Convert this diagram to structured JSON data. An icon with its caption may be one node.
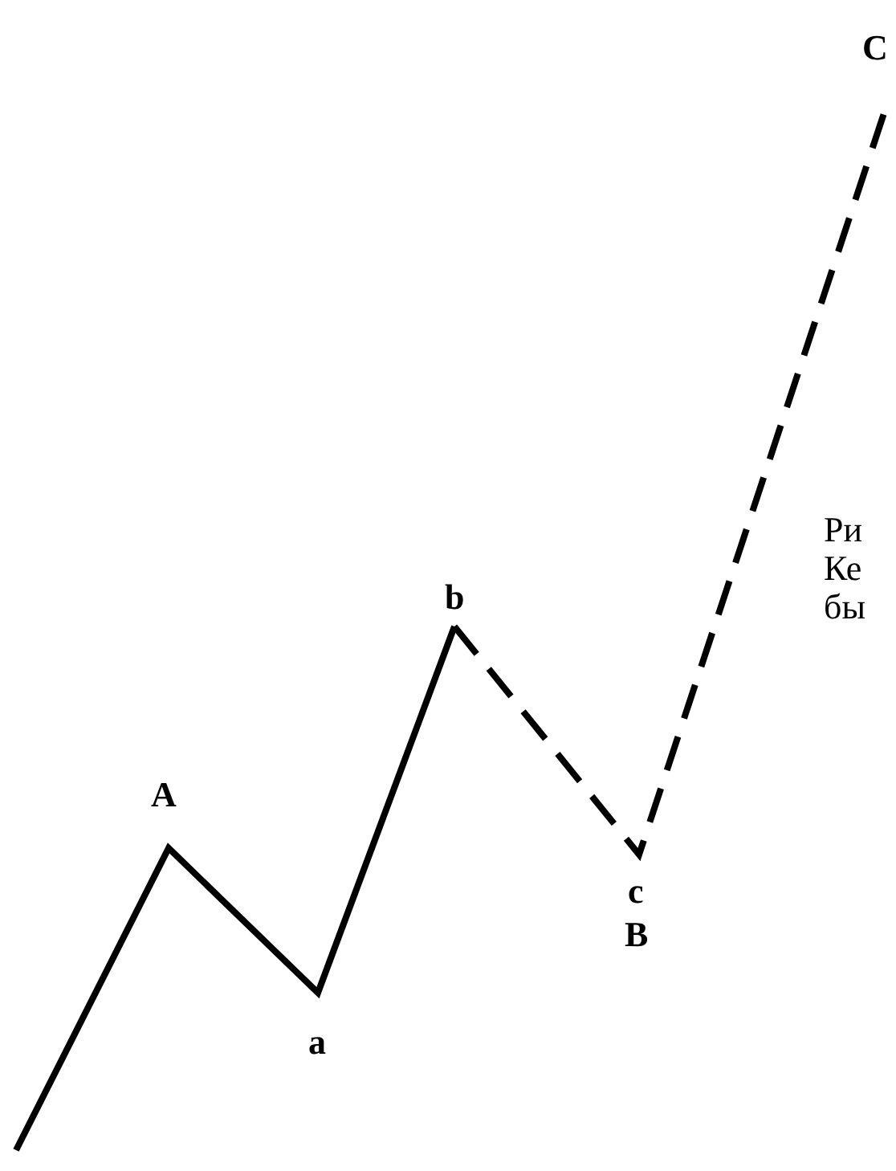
{
  "diagram": {
    "labels": [
      "C",
      "Ри",
      "Ке",
      "бы",
      "b",
      "A",
      "c",
      "B",
      "a"
    ]
  }
}
